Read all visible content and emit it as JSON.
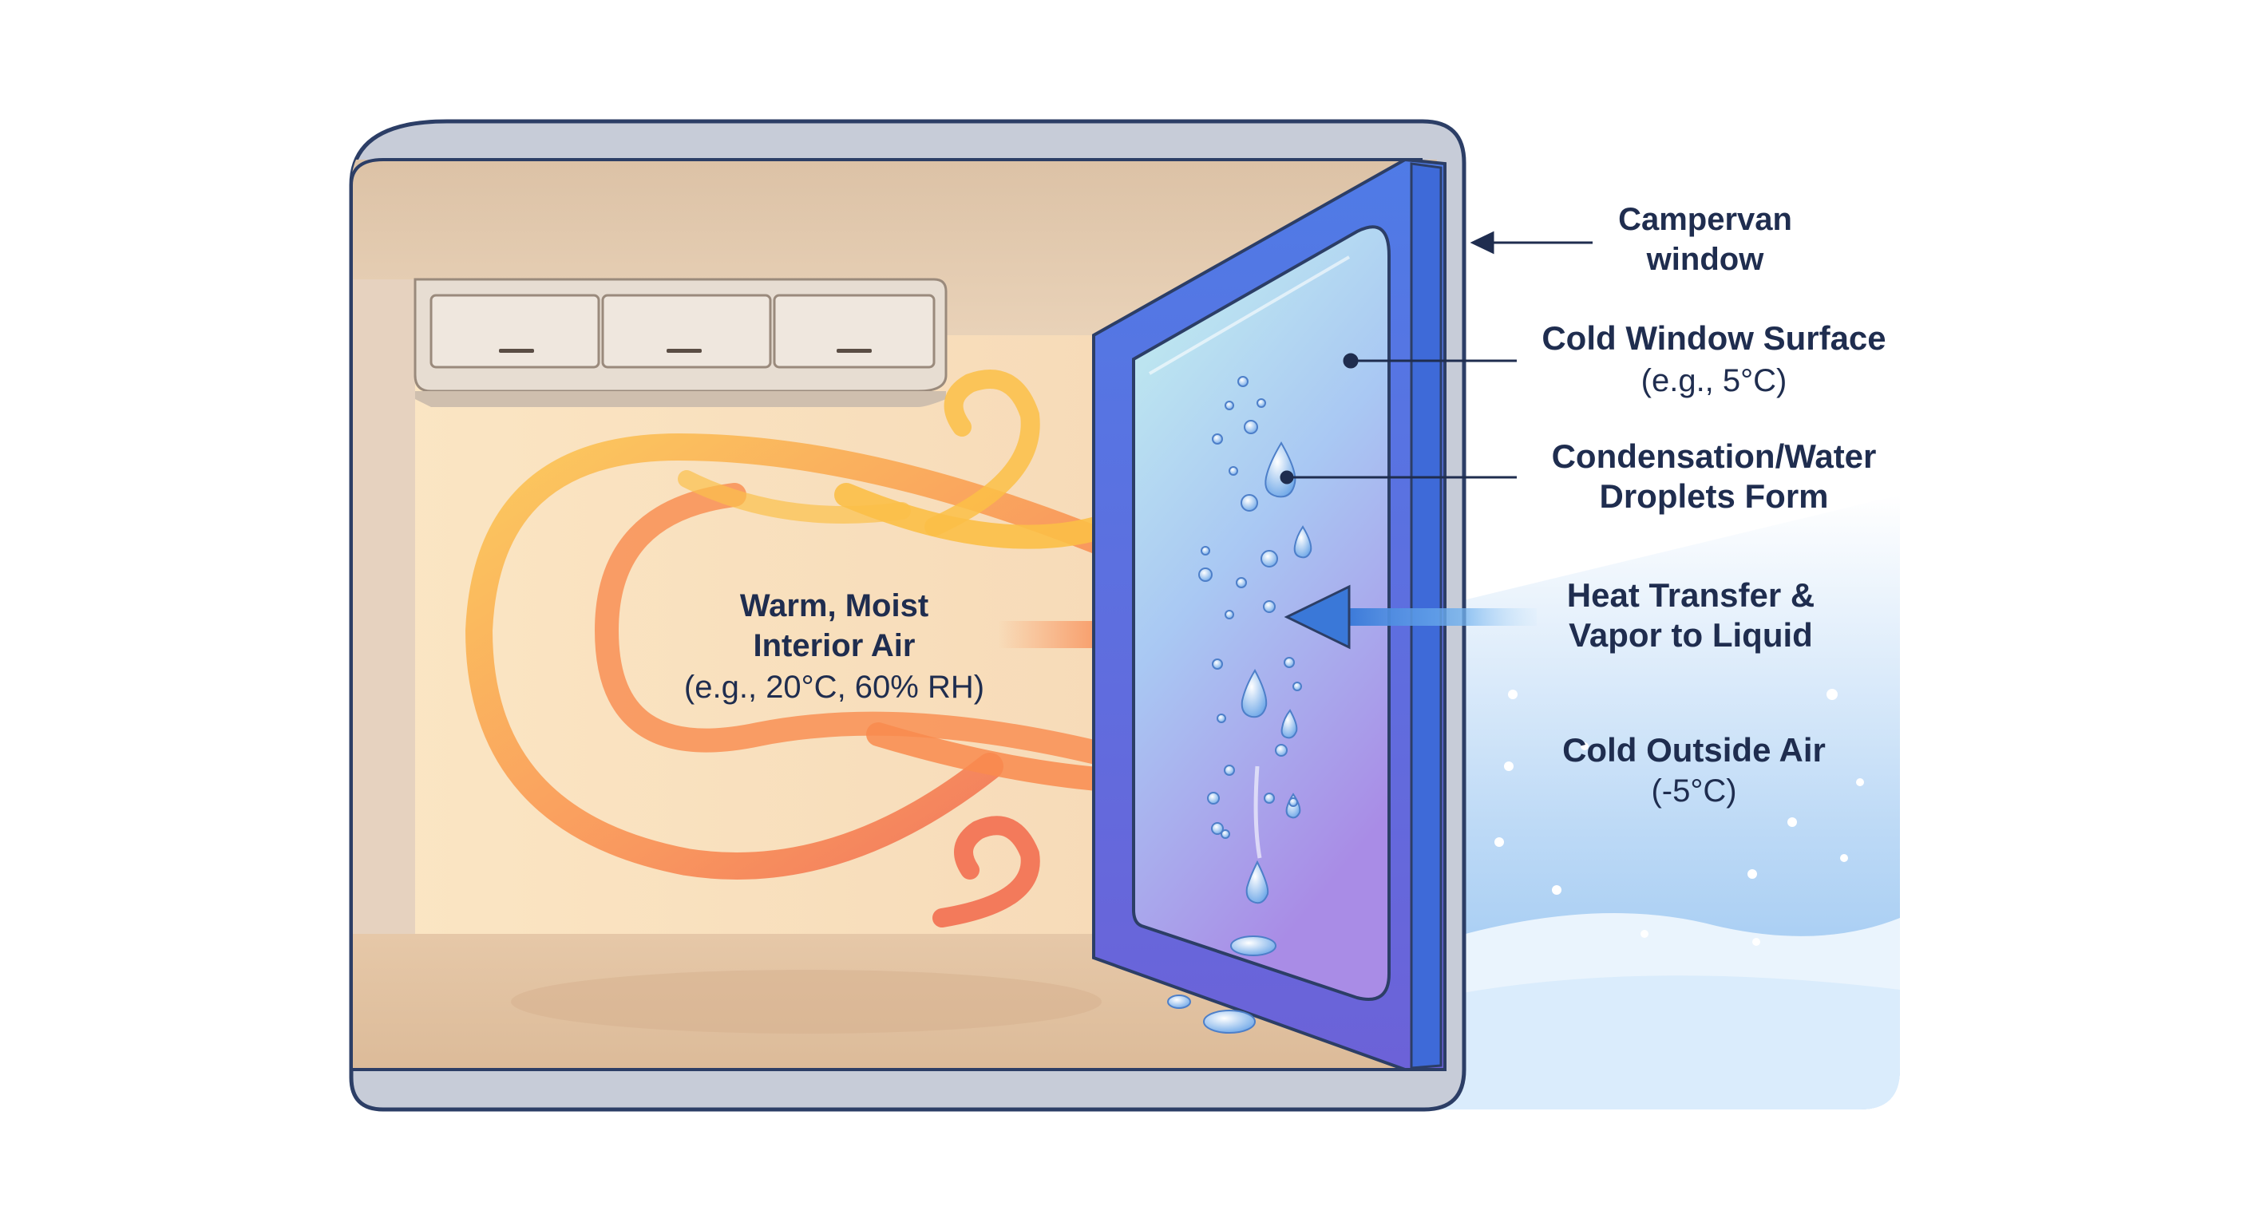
{
  "labels": {
    "campervan_window": [
      "Campervan",
      "window"
    ],
    "cold_window_surface": [
      "Cold Window Surface",
      "(e.g., 5°C)"
    ],
    "condensation": [
      "Condensation/Water",
      "Droplets Form"
    ],
    "heat_transfer": [
      "Heat Transfer &",
      "Vapor to Liquid"
    ],
    "cold_outside_air": [
      "Cold Outside Air",
      "(-5°C)"
    ],
    "warm_air": [
      "Warm, Moist",
      "Interior Air",
      "(e.g., 20°C, 60% RH)"
    ]
  },
  "colors": {
    "frame_stroke": "#2c3e66",
    "van_shell": "#c7ccd8",
    "interior_wall": "#f6dcb8",
    "cabinet": "#e7ddd2",
    "glass_top": "#bfeef0",
    "glass_bottom": "#a58ee6",
    "warm_yellow": "#fbbf47",
    "warm_orange": "#f9874e",
    "warm_red": "#ef5a4c",
    "cold_blue": "#3a78d8",
    "snow": "#ffffff",
    "label_text": "#1f2d4f"
  }
}
